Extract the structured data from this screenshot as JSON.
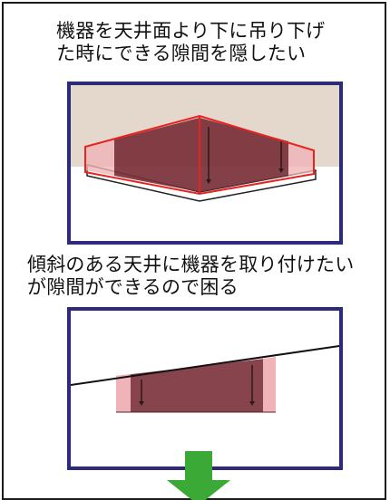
{
  "captions": {
    "top_line1": "機器を天井面より下に吊り下げ",
    "top_line2": "た時にできる隙間を隠したい",
    "bottom_line1": "傾斜のある天井に機器を取り付けたい",
    "bottom_line2": "が隙間ができるので困る"
  },
  "colors": {
    "panel_border": "#2b2b7a",
    "ceiling": "#e4d8cc",
    "device_fill": "#7a3038",
    "gap_fill": "#f0b4b8",
    "highlight_red": "#e8231e",
    "arrow_green": "#3aa935"
  }
}
